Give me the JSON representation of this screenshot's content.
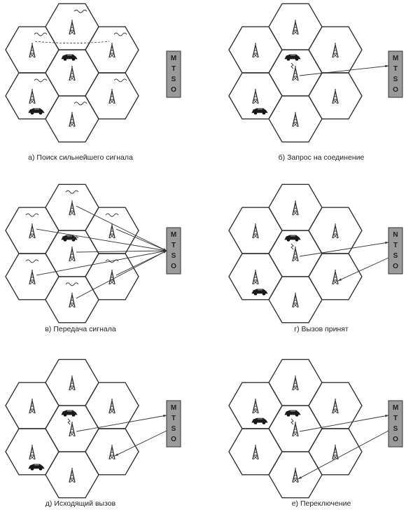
{
  "colors": {
    "line": "#333333",
    "mtso_fill": "#9a9a9a",
    "mtso_stroke": "#333333",
    "text": "#222222"
  },
  "icons": {
    "tower": "cell-tower-icon",
    "car": "car-icon",
    "signal": "signal-wave-icon",
    "controller": "mtso-box"
  },
  "panels": [
    {
      "id": "a",
      "caption": "а) Поиск сильнейшего сигнала",
      "mtso_letters": [
        "M",
        "T",
        "S",
        "O"
      ],
      "car_cells": [
        0,
        5
      ],
      "has_signals": true
    },
    {
      "id": "b",
      "caption": "б) Запрос на соединение",
      "mtso_letters": [
        "M",
        "T",
        "S",
        "O"
      ],
      "car_cells": [
        0,
        5
      ]
    },
    {
      "id": "v",
      "caption": "в) Передача сигнала",
      "mtso_letters": [
        "M",
        "T",
        "S",
        "O"
      ],
      "car_cells": [
        0
      ],
      "has_signals": true,
      "broadcast": true
    },
    {
      "id": "g",
      "caption": "г) Вызов принят",
      "mtso_letters": [
        "N",
        "T",
        "S",
        "O"
      ],
      "car_cells": [
        0,
        5
      ]
    },
    {
      "id": "d",
      "caption": "д) Исходящий вызов",
      "mtso_letters": [
        "M",
        "T",
        "S",
        "O"
      ],
      "car_cells": [
        0,
        5
      ]
    },
    {
      "id": "e",
      "caption": "е) Переключение",
      "mtso_letters": [
        "M",
        "T",
        "S",
        "O"
      ],
      "car_cells": [
        0,
        6
      ]
    }
  ]
}
